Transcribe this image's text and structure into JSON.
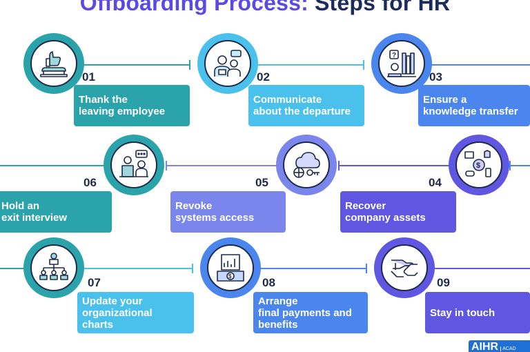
{
  "title": {
    "part1": "Offboarding Process:",
    "part2": "Steps for HR"
  },
  "colors": {
    "teal": "#2aa3ab",
    "light_blue": "#49c1ec",
    "blue": "#4b86ee",
    "periwinkle": "#7b86ec",
    "indigo": "#5f56e2",
    "navy": "#1e2a4a",
    "title_purple": "#5b49e2"
  },
  "steps": [
    {
      "number": "01",
      "label": "Thank the\nleaving employee",
      "icon": "thumbs-up-trophy-icon"
    },
    {
      "number": "02",
      "label": "Communicate\nabout the departure",
      "icon": "people-talking-icon"
    },
    {
      "number": "03",
      "label": "Ensure a\nknowledge transfer",
      "icon": "books-question-icon"
    },
    {
      "number": "04",
      "label": "Recover\ncompany assets",
      "icon": "devices-money-icon"
    },
    {
      "number": "05",
      "label": "Revoke\nsystems access",
      "icon": "cloud-key-icon"
    },
    {
      "number": "06",
      "label": "Hold an\nexit interview",
      "icon": "interview-desk-icon"
    },
    {
      "number": "07",
      "label": "Update your\norganizational\ncharts",
      "icon": "org-chart-icon"
    },
    {
      "number": "08",
      "label": "Arrange\nfinal payments and\nbenefits",
      "icon": "payment-calendar-icon"
    },
    {
      "number": "09",
      "label": "Stay in touch",
      "icon": "handshake-icon"
    }
  ],
  "logo": {
    "text": "AIHR",
    "sub": "ACAD"
  }
}
